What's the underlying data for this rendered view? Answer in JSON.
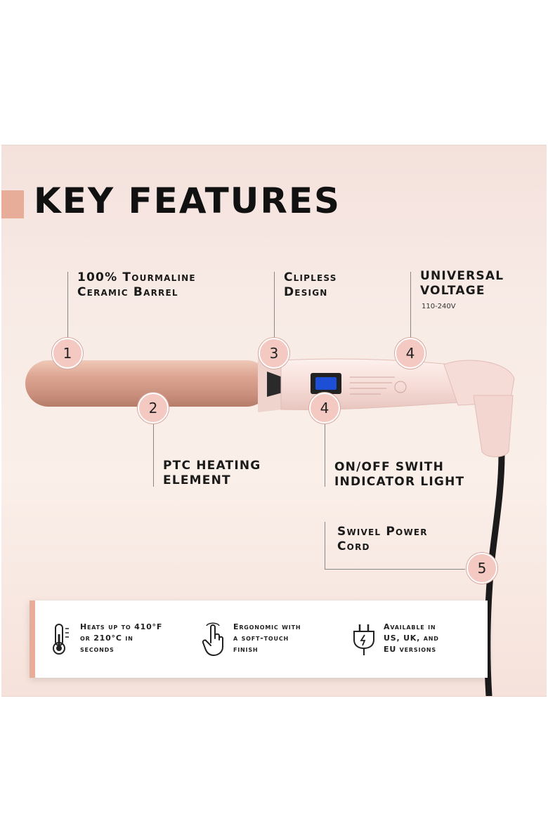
{
  "title": "KEY FEATURES",
  "features": {
    "barrel": "100% Tourmaline\nCeramic Barrel",
    "clipless": "Clipless\nDesign",
    "voltage": "UNIVERSAL\nVOLTAGE",
    "voltage_range": "110-240V",
    "heating": "PTC HEATING\nELEMENT",
    "switch": "ON/OFF SWITH\nINDICATOR LIGHT",
    "cord": "Swivel Power\nCord"
  },
  "markers": [
    "1",
    "2",
    "3",
    "4",
    "4",
    "5"
  ],
  "info": [
    {
      "icon": "thermometer-icon",
      "text": "Heats up to 410°F\nor 210°C in\nseconds"
    },
    {
      "icon": "touch-hand-icon",
      "text": "Ergonomic with\na soft-touch\nfinish"
    },
    {
      "icon": "plug-icon",
      "text": "Available in\nUS, UK, and\nEU versions"
    }
  ],
  "colors": {
    "accent": "#e8ad99",
    "barrel": "#d79f8c",
    "handle": "#f9e2de",
    "marker": "#f4c9c2",
    "switch": "#1d4fd6"
  }
}
